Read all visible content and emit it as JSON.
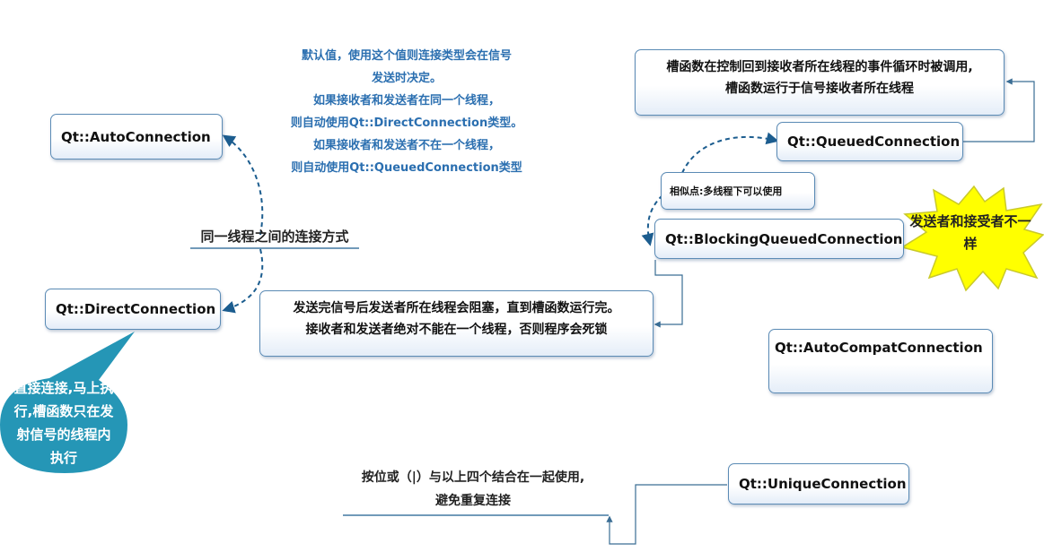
{
  "nodes": {
    "auto_connection": "Qt::AutoConnection",
    "direct_connection": "Qt::DirectConnection",
    "queued_connection": "Qt::QueuedConnection",
    "blocking_queued_connection": "Qt::BlockingQueuedConnection",
    "auto_compat_connection": "Qt::AutoCompatConnection",
    "unique_connection": "Qt::UniqueConnection"
  },
  "notes": {
    "auto_lines": [
      "默认值，使用这个值则连接类型会在信号",
      "发送时决定。",
      "如果接收者和发送者在同一个线程，",
      "则自动使用Qt::DirectConnection类型。",
      "如果接收者和发送者不在一个线程，",
      "则自动使用Qt::QueuedConnection类型"
    ],
    "same_thread": "同一线程之间的连接方式",
    "queued_lines": [
      "槽函数在控制回到接收者所在线程的事件循环时被调用,",
      "槽函数运行于信号接收者所在线程"
    ],
    "similarity": "相似点:多线程下可以使用",
    "star_lines": [
      "发送者和接受者不一",
      "样"
    ],
    "blocking_lines": [
      "发送完信号后发送者所在线程会阻塞，直到槽函数运行完。",
      "接收者和发送者绝对不能在一个线程，否则程序会死锁"
    ],
    "direct_bubble_lines": [
      "直接连接,马上执",
      "行,槽函数只在发",
      "射信号的线程内",
      "执行"
    ],
    "unique_lines": [
      "按位或（|）与以上四个结合在一起使用,",
      "避免重复连接"
    ]
  },
  "colors": {
    "node_border": "#5b8bb5",
    "link": "#1c5d8f",
    "auto_note_text": "#2b6fb0",
    "bubble_fill": "#2596b6",
    "star_fill": "#ffff00",
    "star_stroke": "#c9c92a"
  }
}
